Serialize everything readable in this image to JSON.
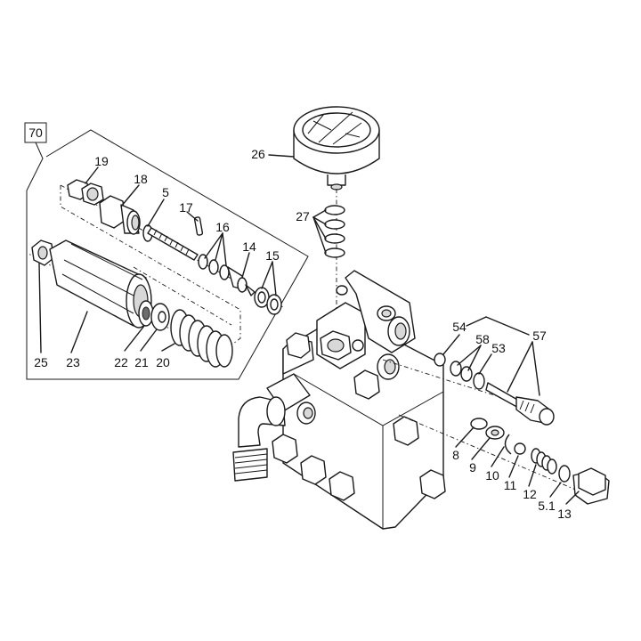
{
  "assembly_box_label": "70",
  "callouts": [
    {
      "id": "c19",
      "text": "19"
    },
    {
      "id": "c18",
      "text": "18"
    },
    {
      "id": "c5",
      "text": "5"
    },
    {
      "id": "c17",
      "text": "17"
    },
    {
      "id": "c16",
      "text": "16"
    },
    {
      "id": "c14",
      "text": "14"
    },
    {
      "id": "c15",
      "text": "15"
    },
    {
      "id": "c25",
      "text": "25"
    },
    {
      "id": "c23",
      "text": "23"
    },
    {
      "id": "c22",
      "text": "22"
    },
    {
      "id": "c21",
      "text": "21"
    },
    {
      "id": "c20",
      "text": "20"
    },
    {
      "id": "c26",
      "text": "26"
    },
    {
      "id": "c27",
      "text": "27"
    },
    {
      "id": "c54",
      "text": "54"
    },
    {
      "id": "c58",
      "text": "58"
    },
    {
      "id": "c53",
      "text": "53"
    },
    {
      "id": "c57",
      "text": "57"
    },
    {
      "id": "c8",
      "text": "8"
    },
    {
      "id": "c9",
      "text": "9"
    },
    {
      "id": "c10",
      "text": "10"
    },
    {
      "id": "c11",
      "text": "11"
    },
    {
      "id": "c12",
      "text": "12"
    },
    {
      "id": "c51",
      "text": "5.1"
    },
    {
      "id": "c13",
      "text": "13"
    }
  ],
  "icons": {
    "pressure_gauge": "pressure-gauge-icon",
    "pump_manifold": "pump-manifold-icon",
    "hose_fitting": "hose-fitting-icon"
  }
}
